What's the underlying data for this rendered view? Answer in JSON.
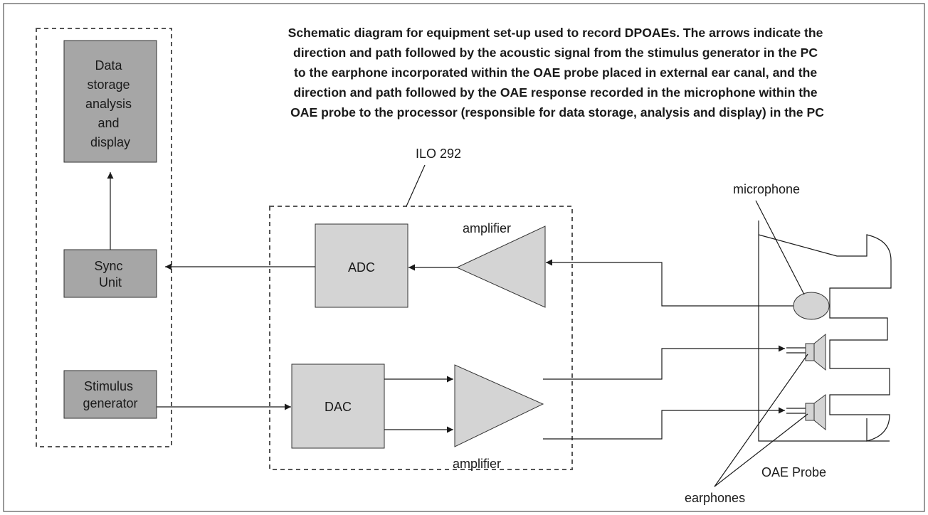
{
  "caption_lines": [
    "Schematic diagram for equipment set-up used to record DPOAEs. The arrows indicate the",
    "direction and path followed by the acoustic signal from the stimulus generator in the PC",
    "to the earphone incorporated within the OAE probe placed in external ear canal, and the",
    "direction and path followed by the OAE response recorded in the microphone within the",
    "OAE probe to the processor (responsible for data storage, analysis and display) in the PC"
  ],
  "pc": {
    "data_storage_lines": [
      "Data",
      "storage",
      "analysis",
      "and",
      "display"
    ],
    "sync_unit_lines": [
      "Sync",
      "Unit"
    ],
    "stimulus_generator_lines": [
      "Stimulus",
      "generator"
    ]
  },
  "ilo": {
    "title": "ILO 292",
    "adc_label": "ADC",
    "dac_label": "DAC",
    "amplifier_top_label": "amplifier",
    "amplifier_bottom_label": "amplifier"
  },
  "probe": {
    "microphone_label": "microphone",
    "earphones_label": "earphones",
    "probe_label": "OAE Probe"
  },
  "colors": {
    "dark_box": "#a6a6a6",
    "light_box": "#d4d4d4",
    "line": "#1a1a1a",
    "dashed_border": "#555555"
  }
}
